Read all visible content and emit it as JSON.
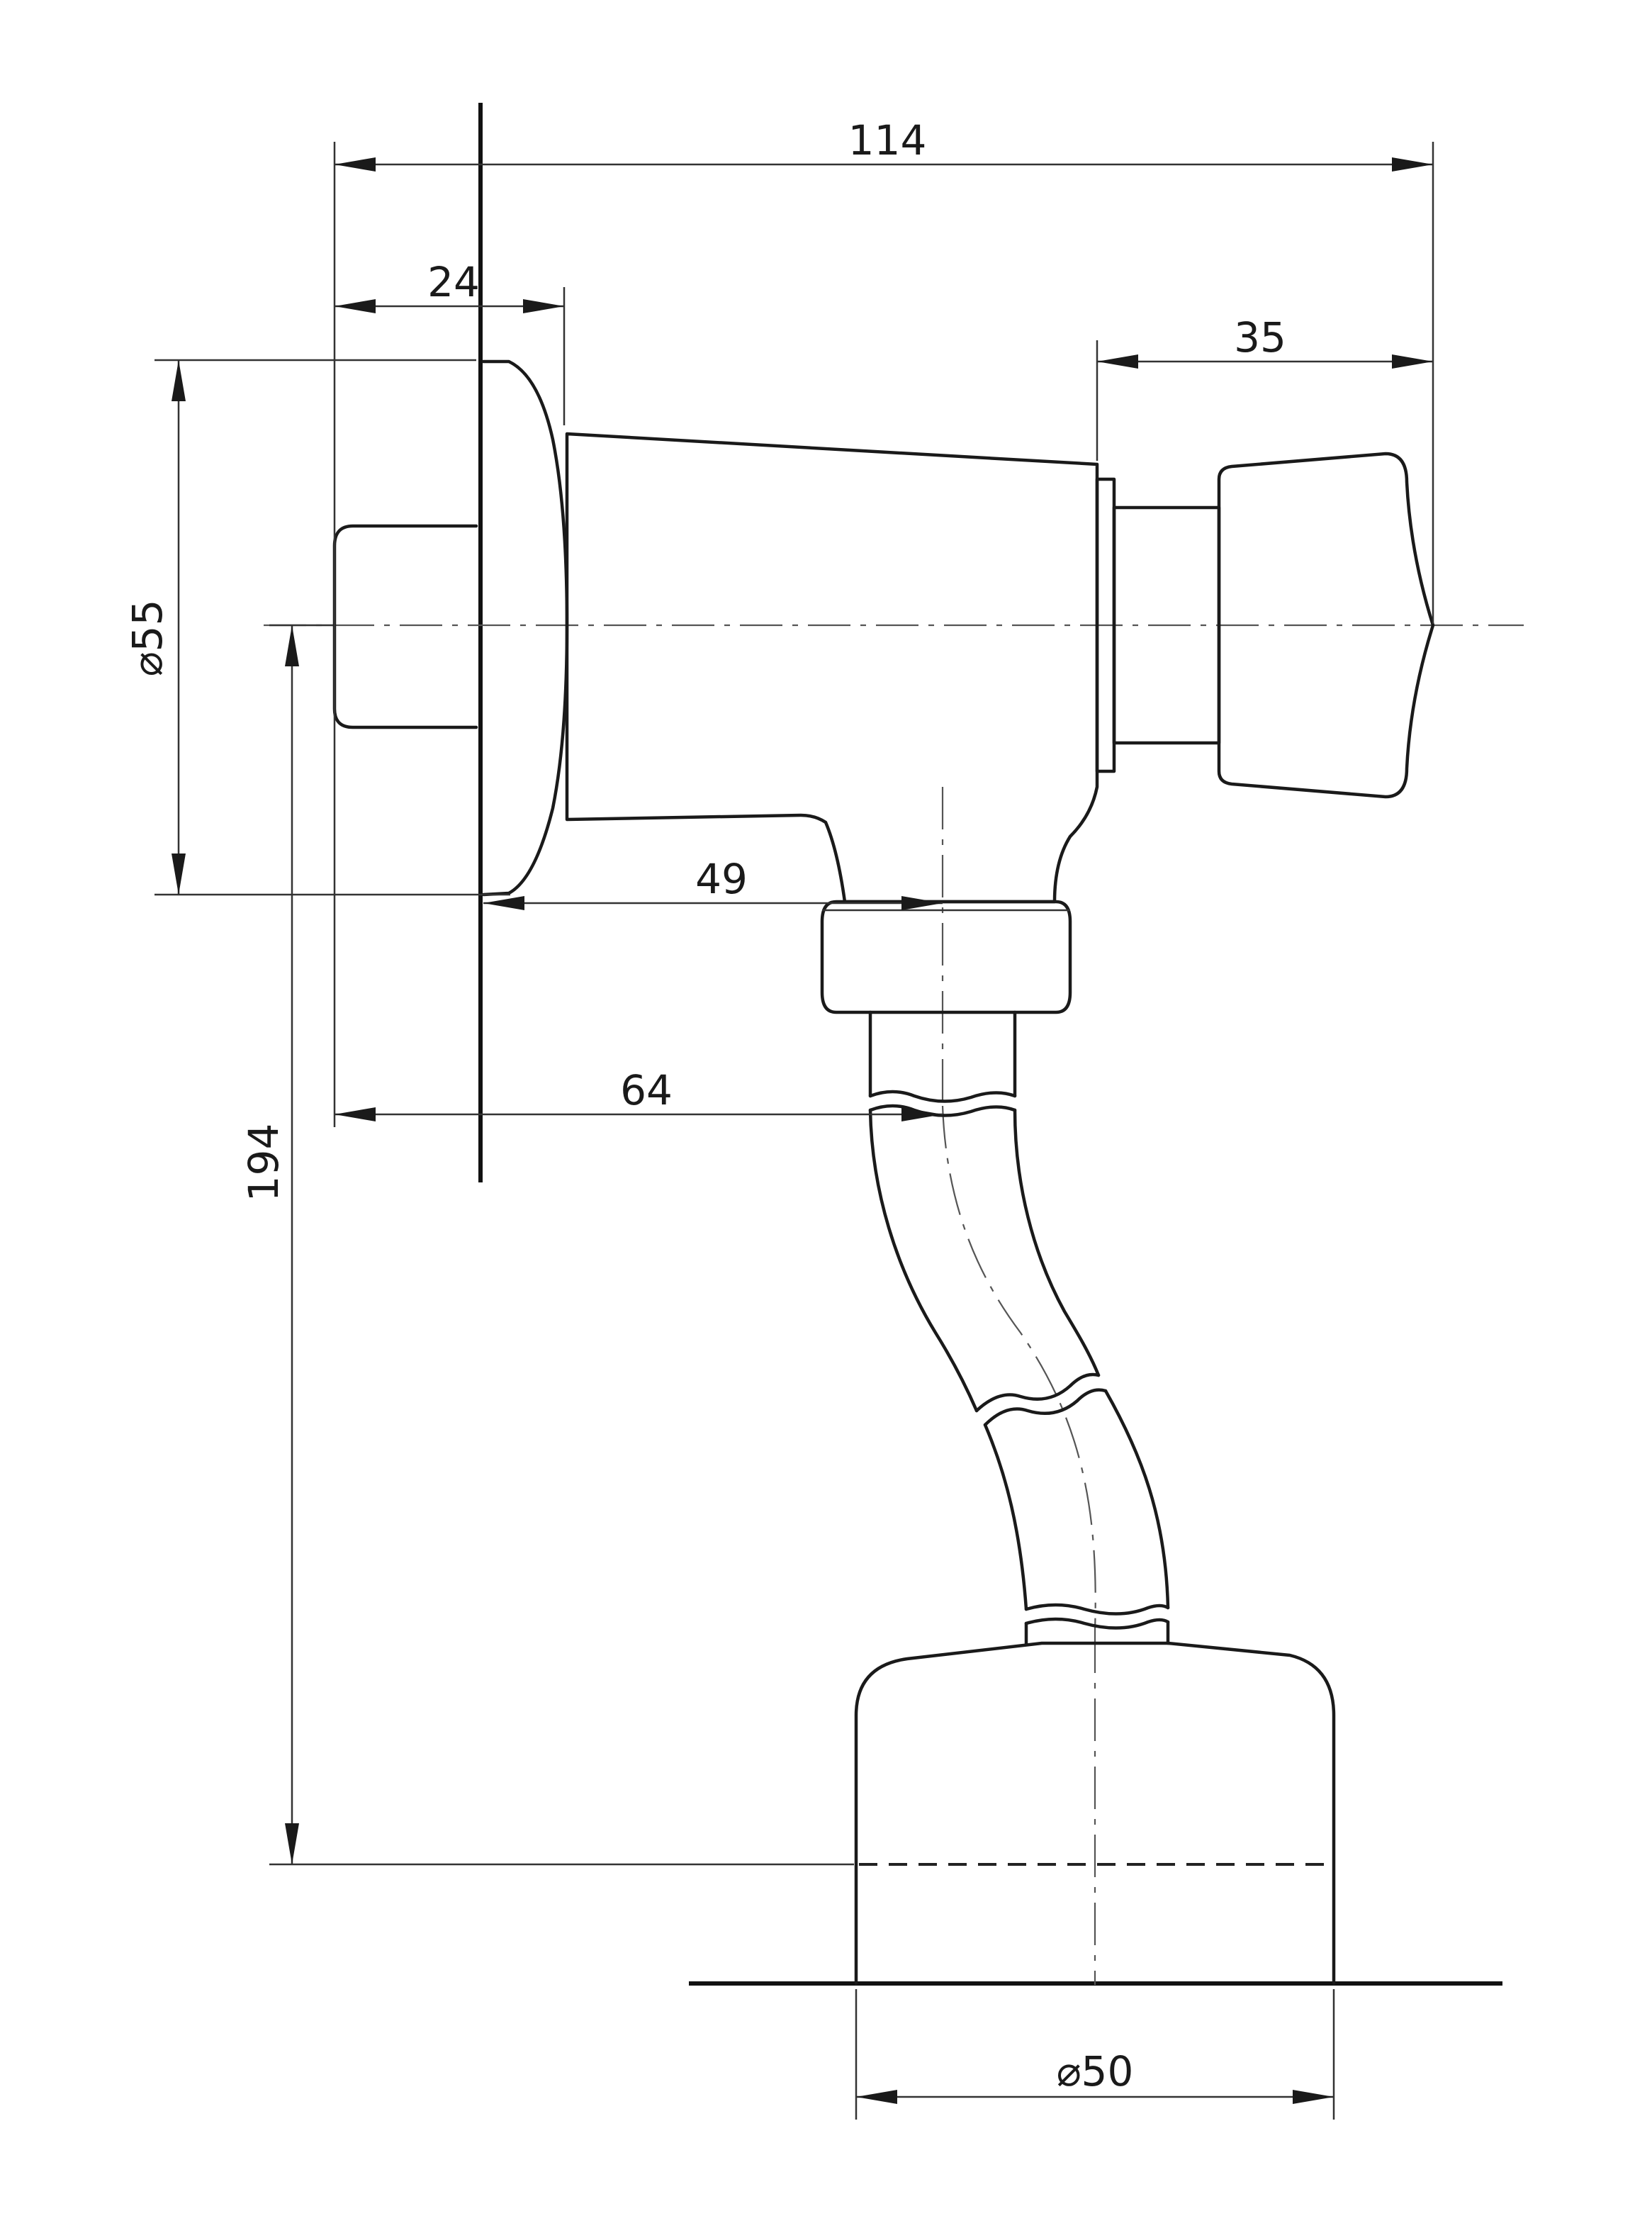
{
  "dimensions": {
    "overall_length": "114",
    "wall_offset": "24",
    "handle_length": "35",
    "diameter_body": "⌀55",
    "to_outlet": "49",
    "to_pipe": "64",
    "height": "194",
    "diameter_base": "⌀50"
  }
}
